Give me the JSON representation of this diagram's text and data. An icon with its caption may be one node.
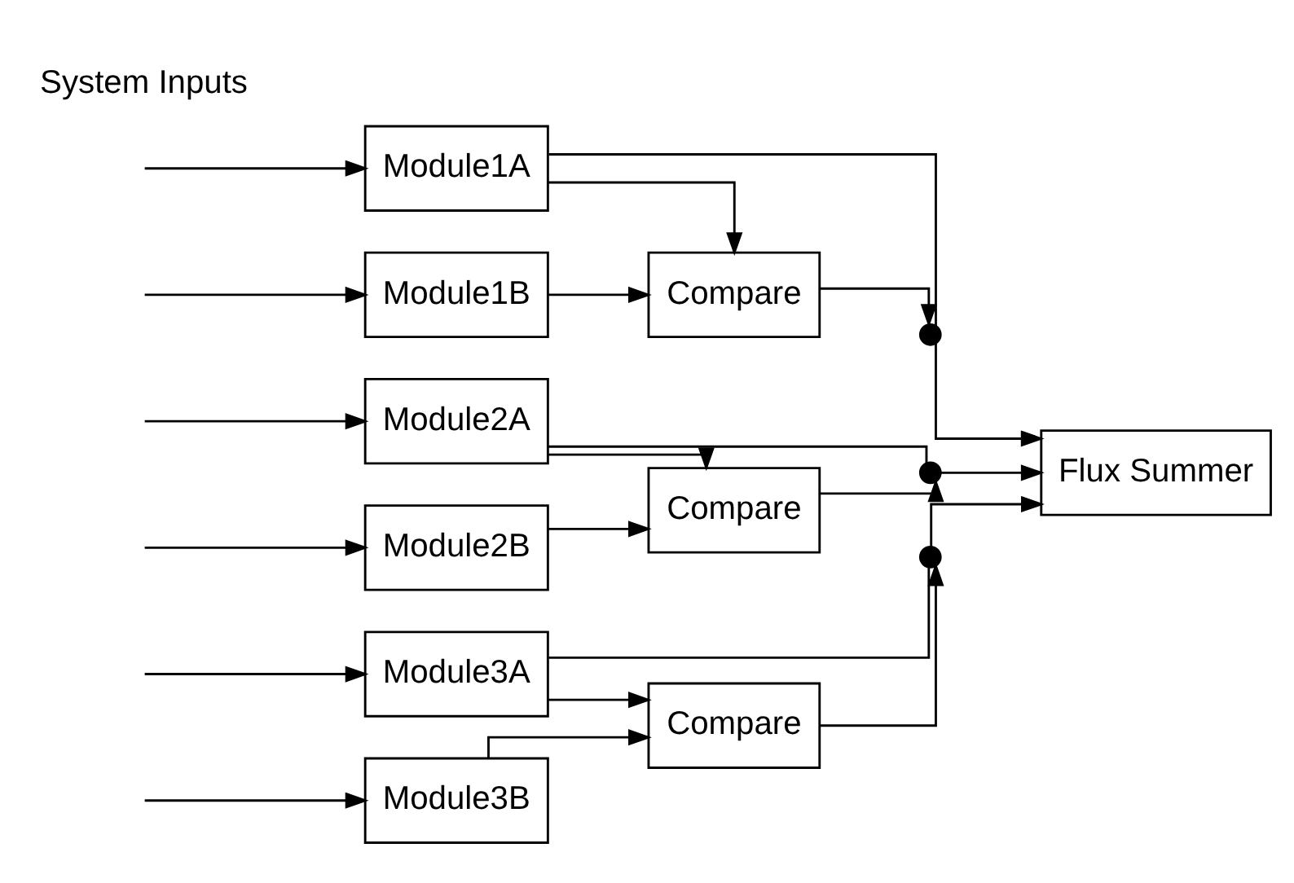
{
  "diagram": {
    "nodes": [
      {
        "text": [
          "Module1A"
        ]
      },
      {
        "text": [
          "Module1B"
        ]
      },
      {
        "text": [
          "Compare"
        ]
      },
      {
        "text": [],
        "shape": "switch"
      },
      {
        "text": [
          "Module2A"
        ]
      },
      {
        "text": [
          "Module2B"
        ]
      },
      {
        "text": [
          "Compare"
        ]
      },
      {
        "text": [],
        "shape": "switch"
      },
      {
        "text": [
          "Flux Summer"
        ]
      },
      {
        "text": [
          "Module3A"
        ]
      },
      {
        "text": [
          "Module3B"
        ]
      },
      {
        "text": [
          "Compare"
        ]
      },
      {
        "text": [],
        "shape": "switch"
      }
    ],
    "edges": [
      {
        "from": null,
        "to": 0,
        "arrow": "to"
      },
      {
        "from": null,
        "to": 1,
        "arrow": "to"
      },
      {
        "from": 0,
        "to": 2,
        "arrow": "to"
      },
      {
        "from": 1,
        "to": 2,
        "arrow": "to"
      },
      {
        "from": 0,
        "to": 3,
        "arrow": "none"
      },
      {
        "from": 2,
        "to": 3,
        "arrow": "to"
      },
      {
        "from": 3,
        "to": 8,
        "arrow": "to"
      },
      {
        "from": null,
        "to": 4,
        "arrow": "to"
      },
      {
        "from": null,
        "to": 5,
        "arrow": "to"
      },
      {
        "from": 4,
        "to": 6,
        "arrow": "to"
      },
      {
        "from": 5,
        "to": 6,
        "arrow": "to"
      },
      {
        "from": 4,
        "to": 7,
        "arrow": "none"
      },
      {
        "from": 6,
        "to": 7,
        "arrow": "to"
      },
      {
        "from": 7,
        "to": 8,
        "arrow": "to"
      },
      {
        "from": null,
        "to": 9,
        "arrow": "to"
      },
      {
        "from": null,
        "to": 10,
        "arrow": "to"
      },
      {
        "from": 9,
        "to": 11,
        "arrow": "to"
      },
      {
        "from": 10,
        "to": 11,
        "arrow": "to"
      },
      {
        "from": 9,
        "to": 12,
        "arrow": "none"
      },
      {
        "from": 11,
        "to": 12,
        "arrow": "to"
      },
      {
        "from": 12,
        "to": 8,
        "arrow": "to"
      }
    ],
    "labels": [
      "System Inputs"
    ]
  }
}
